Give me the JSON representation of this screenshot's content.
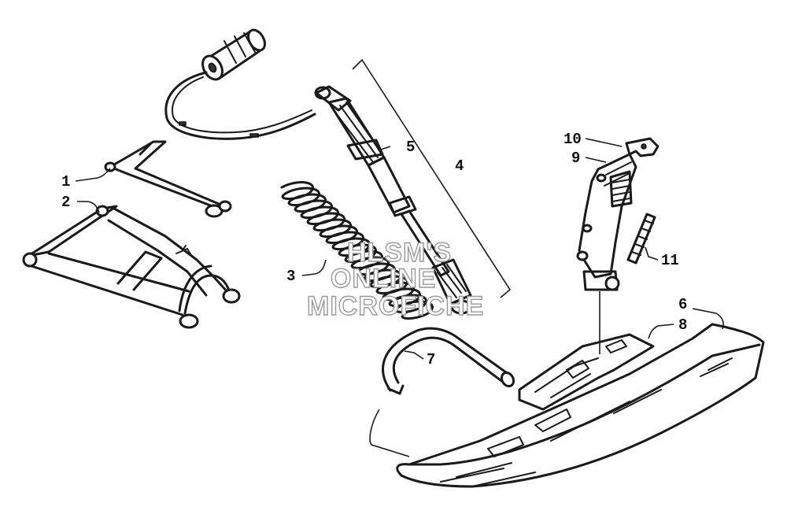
{
  "callouts": {
    "c1": "1",
    "c2": "2",
    "c3": "3",
    "c4": "4",
    "c5": "5",
    "c6": "6",
    "c7": "7",
    "c8": "8",
    "c9": "9",
    "c10": "10",
    "c11": "11"
  },
  "watermark": {
    "line1": "HLSM'S",
    "line2": "ONLINE",
    "line3": "MICROFICHE"
  },
  "colors": {
    "ink": "#1a1a1a",
    "watermark_outline": "#9a9a9a",
    "background": "#ffffff"
  }
}
